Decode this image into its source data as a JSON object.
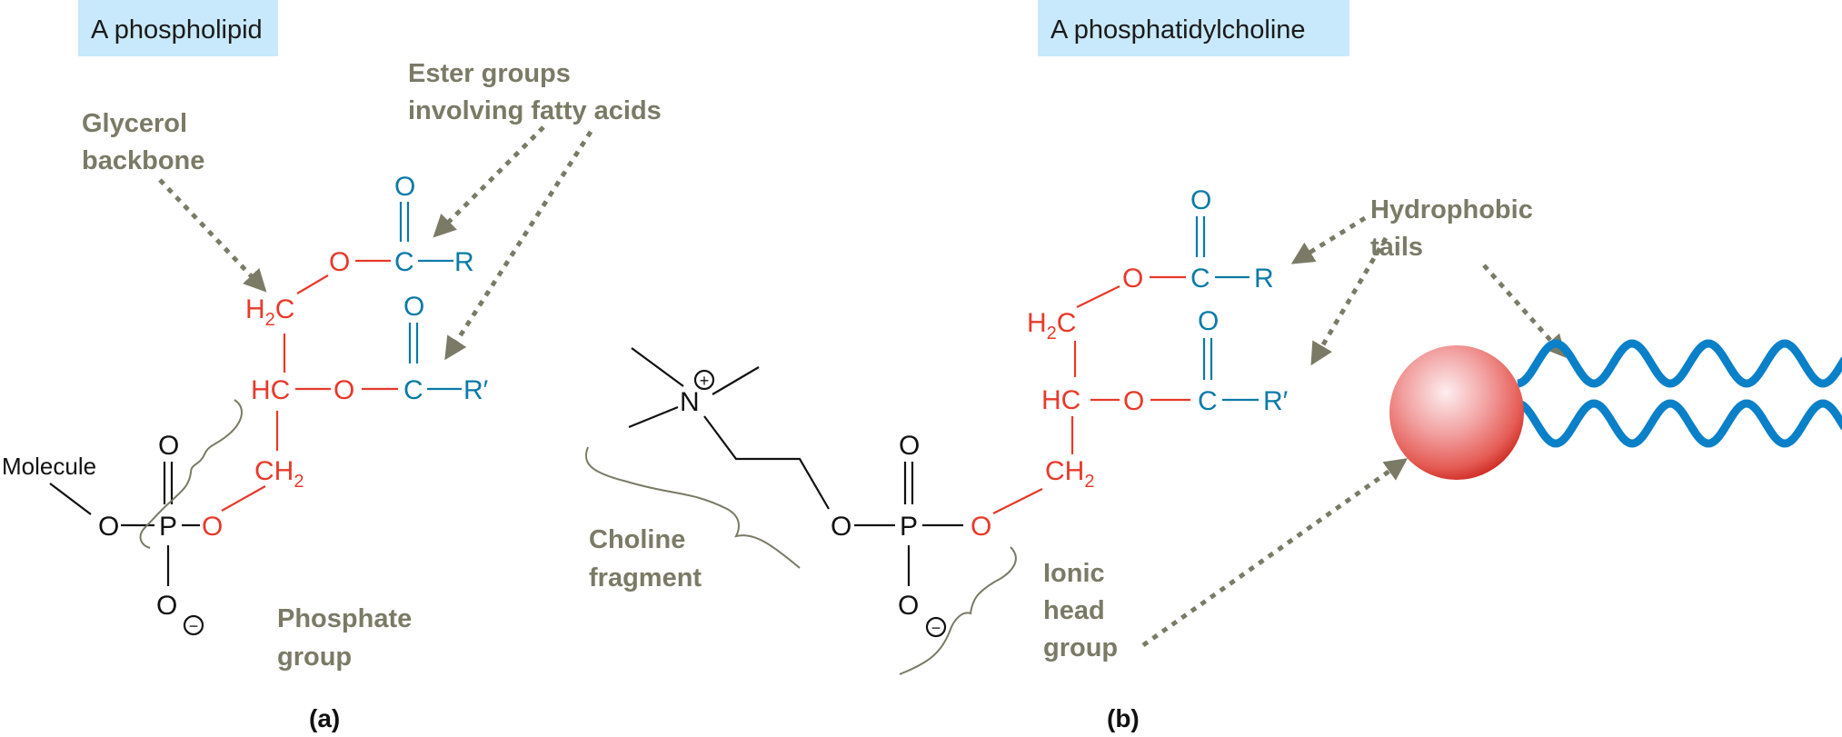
{
  "panel_a": {
    "title": "A phospholipid",
    "label": "(a)",
    "glycerol_label": [
      "Glycerol",
      "backbone"
    ],
    "ester_label": [
      "Ester groups",
      "involving fatty acids"
    ],
    "phosphate_label": [
      "Phosphate",
      "group"
    ],
    "molecule_label": "Molecule",
    "atoms": {
      "O": "O",
      "C": "C",
      "R": "R",
      "R_prime": "R′",
      "H": "H",
      "two": "2",
      "HC": "HC",
      "P": "P",
      "minus": "−"
    }
  },
  "panel_b": {
    "title": "A phosphatidylcholine",
    "label": "(b)",
    "choline_label": [
      "Choline",
      "fragment"
    ],
    "ionic_label": [
      "Ionic",
      "head",
      "group"
    ],
    "hydrophobic_label": [
      "Hydrophobic",
      "tails"
    ],
    "atoms": {
      "N": "N",
      "plus": "+"
    }
  },
  "colors": {
    "glycerol": "#e8392a",
    "acyl": "#0a7aa8",
    "annotation": "#7a7a66",
    "title_bg": "#c8e9fb",
    "tail": "#0a80c8"
  }
}
